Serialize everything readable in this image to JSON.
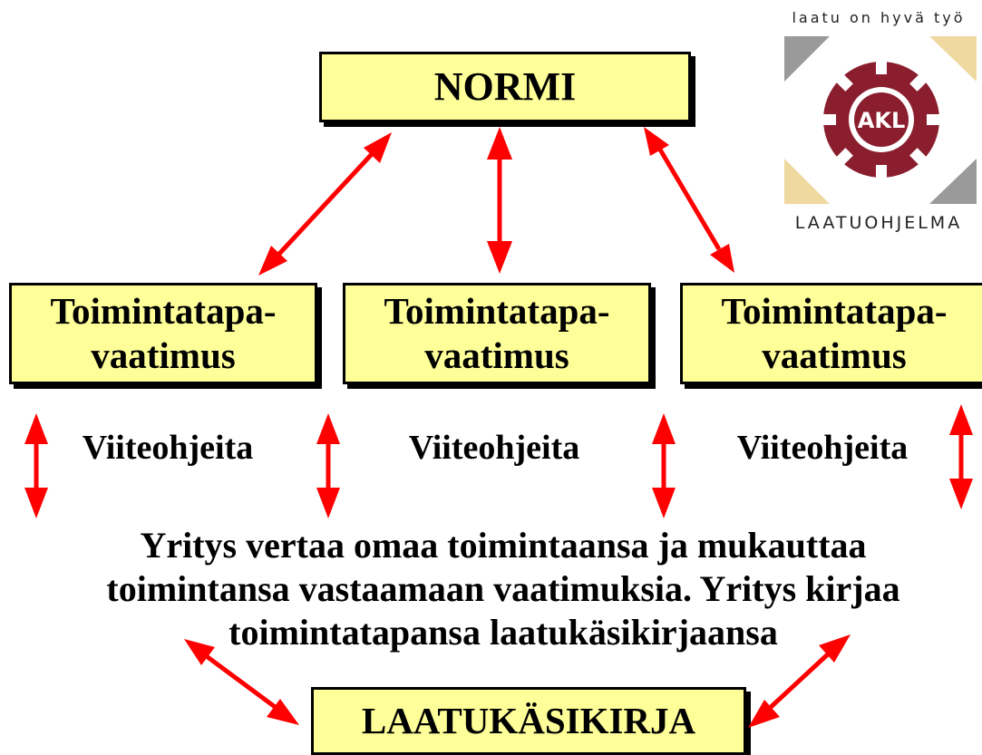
{
  "diagram": {
    "top_box": {
      "label": "NORMI"
    },
    "requirement_boxes": [
      {
        "line1": "Toimintatapa-",
        "line2": "vaatimus"
      },
      {
        "line1": "Toimintatapa-",
        "line2": "vaatimus"
      },
      {
        "line1": "Toimintatapa-",
        "line2": "vaatimus"
      }
    ],
    "reference_labels": [
      "Viiteohjeita",
      "Viiteohjeita",
      "Viiteohjeita"
    ],
    "description": {
      "line1": "Yritys vertaa omaa toimintaansa ja mukauttaa",
      "line2": "toimintansa vastaamaan vaatimuksia. Yritys kirjaa",
      "line3": "toimintatapansa laatukäsikirjaansa"
    },
    "bottom_box": {
      "label": "LAATUKÄSIKIRJA"
    }
  },
  "logo": {
    "tagline": "laatu on hyvä työ",
    "emblem_text": "AKL",
    "caption": "LAATUOHJELMA"
  },
  "colors": {
    "box_fill": "#ffff99",
    "arrow": "#ff0000",
    "emblem": "#8b1e2e",
    "logo_grey": "#9a9a9a",
    "logo_beige": "#f0d9a0"
  }
}
